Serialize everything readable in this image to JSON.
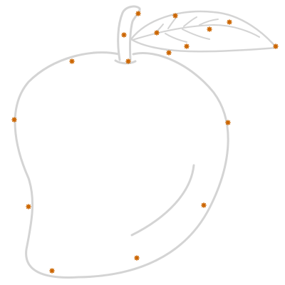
{
  "drawing": {
    "subject": "mango-with-leaf-outline",
    "background_color": "#ffffff",
    "outline_color": "#d4d4d4",
    "marker_color": "#cc6600",
    "marker_glyph": "asterisk",
    "marker_count": 17
  }
}
